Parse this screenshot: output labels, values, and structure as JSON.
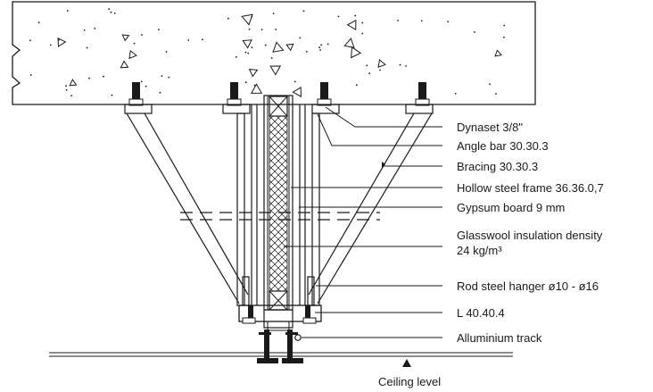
{
  "labels": {
    "dynaset": "Dynaset 3/8\"",
    "angle_bar": "Angle bar 30.30.3",
    "bracing": "Bracing 30.30.3",
    "hollow_frame": "Hollow steel frame 36.36.0,7",
    "gypsum": "Gypsum board 9 mm",
    "glasswool_line1": "Glasswool insulation density",
    "glasswool_line2": "24 kg/m³",
    "rod_hanger": "Rod steel hanger ø10 - ø16",
    "l_angle": "L 40.40.4",
    "track": "Alluminium track",
    "ceiling": "Ceiling level"
  },
  "colors": {
    "line": "#1a1a1a",
    "background": "#ffffff"
  }
}
